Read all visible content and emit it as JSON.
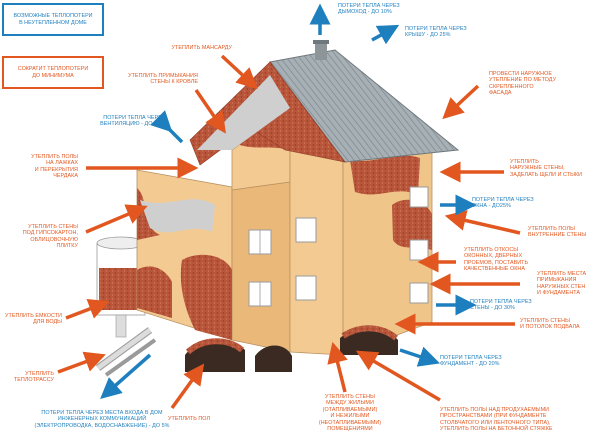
{
  "legend": {
    "loss": "ВОЗМОЖНЫЕ ТЕПЛОПОТЕРИ\nВ НЕУТЕПЛЕННОМ ДОМЕ",
    "save": "СОКРАТИТ ТЕПЛОПОТЕРИ\nДО МИНИМУМА"
  },
  "labels": {
    "chimney": "ПОТЕРИ ТЕПЛА ЧЕРЕЗ\nДЫМОХОД - ДО 10%",
    "roof": "ПОТЕРИ ТЕПЛА ЧЕРЕЗ\nКРЫШУ - ДО 25%",
    "mansard": "УТЕПЛИТЬ МАНСАРДУ",
    "facade": "ПРОВЕСТИ НАРУЖНОЕ\nУТЕПЛЕНИЕ ПО МЕТОДУ\nСКРЕПЛЕННОГО\nФАСАДА",
    "roof_walls": "УТЕПЛИТЬ ПРИМЫКАНИЯ\nСТЕНЫ К КРОВЛЕ",
    "ventilation": "ПОТЕРИ ТЕПЛА ЧЕРЕЗ\nВЕНТИЛЯЦИЮ - ДО 15%",
    "attic_floor": "УТЕПЛИТЬ ПОЛЫ\nНА ЛАЖКАХ\nИ ПЕРЕКРЫТИЯ\nЧЕРДАКА",
    "outer_walls": "УТЕПЛИТЬ\nНАРУЖНЫЕ СТЕНЫ,\nЗАДЕЛАТЬ ЩЕЛИ И СТЫКИ",
    "windows_loss": "ПОТЕРИ ТЕПЛА ЧЕРЕЗ\nОКНА - ДО25%",
    "drywall": "УТЕПЛИТЬ СТЕНЫ\nПОД ГИПСОКАРТОН,\nОБЛИЦОВОЧНУЮ\nПЛИТКУ",
    "inner_walls": "УТЕПЛИТЬ ПОЛЫ\nВНУТРЕННИЕ СТЕНЫ",
    "window_slopes": "УТЕПЛИТЬ ОТКОСЫ\nОКОННЫХ, ДВЕРНЫХ\nПРОЕМОВ, ПОСТАВИТЬ\nКАЧЕСТВЕННЫЕ ОКНА",
    "junctions": "УТЕПЛИТЬ МЕСТА\nПРИМЫКАНИЯ\nНАРУЖНЫХ СТЕН\nИ ФУНДАМЕНТА",
    "walls_loss": "ПОТЕРИ ТЕПЛА ЧЕРЕЗ\nСТЕНЫ - ДО 30%",
    "water_tank": "УТЕПЛИТЬ ЕМКОСТИ\nДЛЯ ВОДЫ",
    "basement": "УТЕПЛИТЬ СТЕНЫ\nИ ПОТОЛОК ПОДВАЛА",
    "foundation_loss": "ПОТЕРИ ТЕПЛА ЧЕРЕЗ\nФУНДАМЕНТ - ДО 20%",
    "pipes": "УТЕПЛИТЬ\nТЕПЛОТРАССУ",
    "utilities_loss": "ПОТЕРИ ТЕПЛА ЧЕРЕЗ МЕСТА ВХОДА В ДОМ\nИНЖЕНЕРНЫХ КОММУНИКАЦИЙ\n(ЭЛЕКТРОПРОВОДКА, ВОДОСНАБЖЕНИЕ) - ДО 5%",
    "floor": "УТЕПЛИТЬ ПОЛ",
    "between_rooms": "УТЕПЛИТЬ СТЕНЫ\nМЕЖДУ ЖИЛЫМИ\n(ОТАПЛИВАЕМЫМИ)\nИ НЕЖИЛЫМИ\n(НЕОТАПЛИВАЕМЫМИ)\nПОМЕЩЕНИЯМИ",
    "crawlspace": "УТЕПЛИТЬ ПОЛЫ НАД ПРОДУХАЕМЫМИ\nПРОСТРАНСТВАМИ (ПРИ ФУНДАМЕНТЕ\nСТОЛБЧАТОГО ИЛИ ЛЕНТОЧНОГО ТИПА),\nУТЕПЛИТЬ ПОЛЫ НА БЕТОННОЙ СТЯЖКЕ"
  },
  "colors": {
    "orange": "#e2571f",
    "blue": "#1e7fbf",
    "wall": "#f3cb92",
    "wall_shade": "#e7b775",
    "brick": "#b8553a",
    "roof": "#9aa3a8",
    "insulation": "#cfcfcf"
  }
}
